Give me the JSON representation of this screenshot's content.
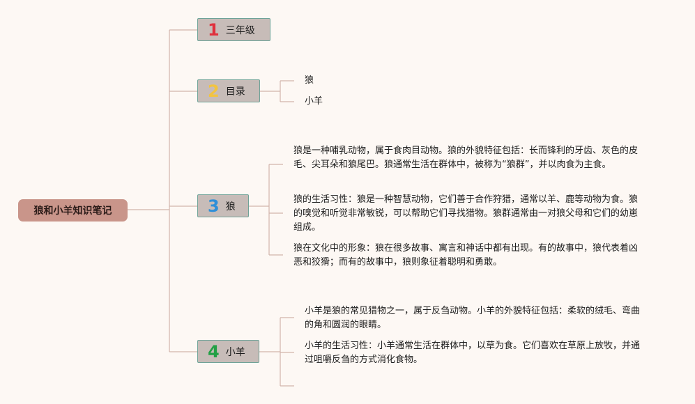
{
  "root": {
    "label": "狼和小羊知识笔记"
  },
  "colors": {
    "line": "#d2b4ab",
    "num1": "#e0303c",
    "num2": "#f2c440",
    "num3": "#2f8fd8",
    "num4": "#22a045"
  },
  "topics": [
    {
      "number": "1",
      "label": "三年级"
    },
    {
      "number": "2",
      "label": "目录",
      "children": [
        "狼",
        "小羊"
      ]
    },
    {
      "number": "3",
      "label": "狼",
      "paragraphs": [
        "狼是一种哺乳动物，属于食肉目动物。狼的外貌特征包括：长而锋利的牙齿、灰色的皮毛、尖耳朵和狼尾巴。狼通常生活在群体中，被称为“狼群”，并以肉食为主食。",
        "狼的生活习性：狼是一种智慧动物，它们善于合作狩猎，通常以羊、鹿等动物为食。狼的嗅觉和听觉非常敏锐，可以帮助它们寻找猎物。狼群通常由一对狼父母和它们的幼崽组成。",
        "狼在文化中的形象：狼在很多故事、寓言和神话中都有出现。有的故事中，狼代表着凶恶和狡猾；而有的故事中，狼则象征着聪明和勇敢。"
      ]
    },
    {
      "number": "4",
      "label": "小羊",
      "paragraphs": [
        "小羊是狼的常见猎物之一，属于反刍动物。小羊的外貌特征包括：柔软的绒毛、弯曲的角和圆润的眼睛。",
        "小羊的生活习性：小羊通常生活在群体中，以草为食。它们喜欢在草原上放牧，并通过咀嚼反刍的方式消化食物。",
        ""
      ]
    }
  ]
}
